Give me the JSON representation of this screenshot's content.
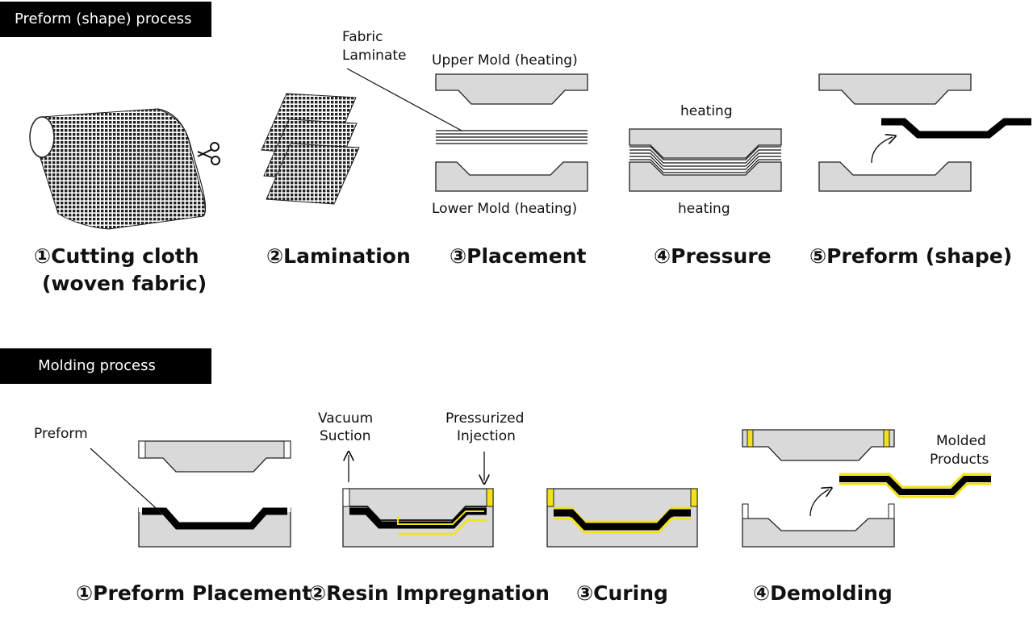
{
  "preform_section": {
    "header": "Preform (shape) process",
    "steps": [
      {
        "title": "①Cutting cloth",
        "title_line2": "(woven fabric)"
      },
      {
        "title": "②Lamination"
      },
      {
        "title": "③Placement"
      },
      {
        "title": "④Pressure"
      },
      {
        "title": "⑤Preform (shape)"
      }
    ],
    "labels": {
      "fabric_laminate_1": "Fabric",
      "fabric_laminate_2": "Laminate",
      "upper_mold": "Upper Mold (heating)",
      "lower_mold": "Lower Mold (heating)",
      "heating_top": "heating",
      "heating_bottom": "heating"
    }
  },
  "molding_section": {
    "header": "Molding process",
    "steps": [
      {
        "title": "①Preform Placement"
      },
      {
        "title": "②Resin Impregnation"
      },
      {
        "title": "③Curing"
      },
      {
        "title": "④Demolding"
      }
    ],
    "labels": {
      "preform": "Preform",
      "vacuum_1": "Vacuum",
      "vacuum_2": "Suction",
      "pressurized_1": "Pressurized",
      "pressurized_2": "Injection",
      "molded_1": "Molded",
      "molded_2": "Products"
    }
  },
  "colors": {
    "mold_fill": "#d9d9d9",
    "preform": "#000000",
    "resin": "#f2e21a",
    "header_bg": "#000000"
  }
}
